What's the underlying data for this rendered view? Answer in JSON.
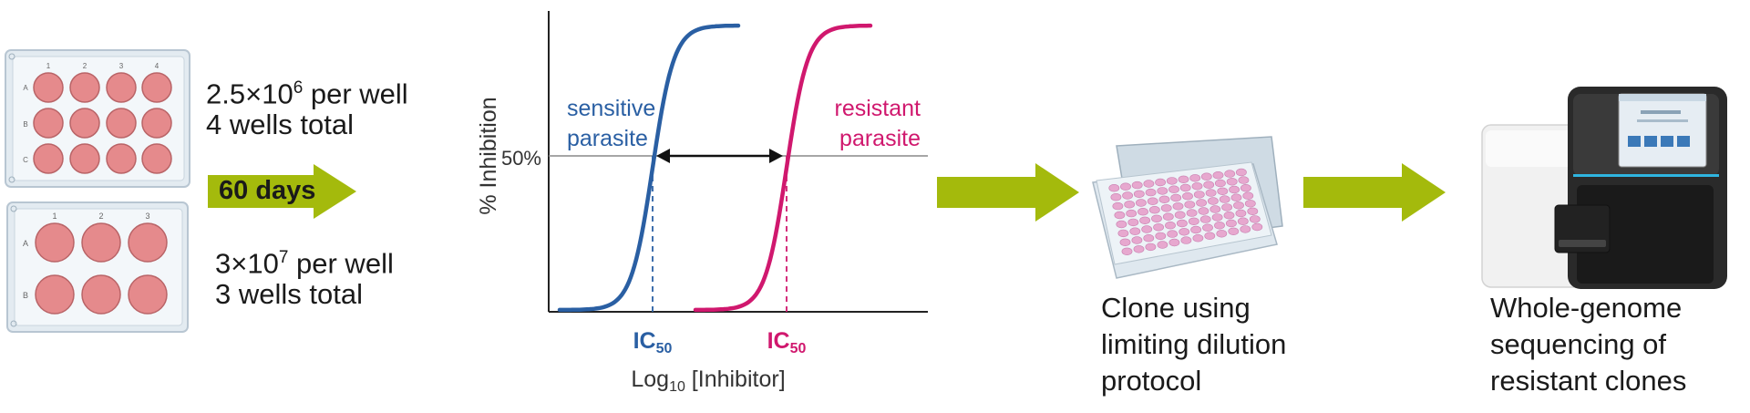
{
  "plates": {
    "top": {
      "col_labels": [
        "1",
        "2",
        "3",
        "4"
      ],
      "row_labels": [
        "A",
        "B",
        "C"
      ],
      "density_base": "2.5×10",
      "density_exp": "6",
      "density_suffix": " per well",
      "wells_total": "4 wells total"
    },
    "bottom": {
      "col_labels": [
        "1",
        "2",
        "3"
      ],
      "row_labels": [
        "A",
        "B"
      ],
      "density_base": "3×10",
      "density_exp": "7",
      "density_suffix": " per well",
      "wells_total": "3 wells total"
    }
  },
  "duration_arrow": {
    "label": "60 days"
  },
  "chart_data": {
    "type": "line",
    "ylabel": "% Inhibition",
    "xlabel_prefix": "Log",
    "xlabel_sub": "10",
    "xlabel_suffix": " [Inhibitor]",
    "y_tick": "50%",
    "series": [
      {
        "name": "sensitive parasite",
        "label_line1": "sensitive",
        "label_line2": "parasite",
        "color": "#2a5fa3",
        "ic50_label": "IC",
        "ic50_sub": "50"
      },
      {
        "name": "resistant parasite",
        "label_line1": "resistant",
        "label_line2": "parasite",
        "color": "#d0186e",
        "ic50_label": "IC",
        "ic50_sub": "50"
      }
    ]
  },
  "steps": {
    "clone": {
      "line1": "Clone using",
      "line2": "limiting dilution",
      "line3": "protocol"
    },
    "sequencing": {
      "line1": "Whole-genome",
      "line2": "sequencing of",
      "line3": "resistant clones"
    }
  },
  "colors": {
    "arrow": "#a4ba0c",
    "well": "#e58a8c",
    "plate": "#dce6ee"
  }
}
